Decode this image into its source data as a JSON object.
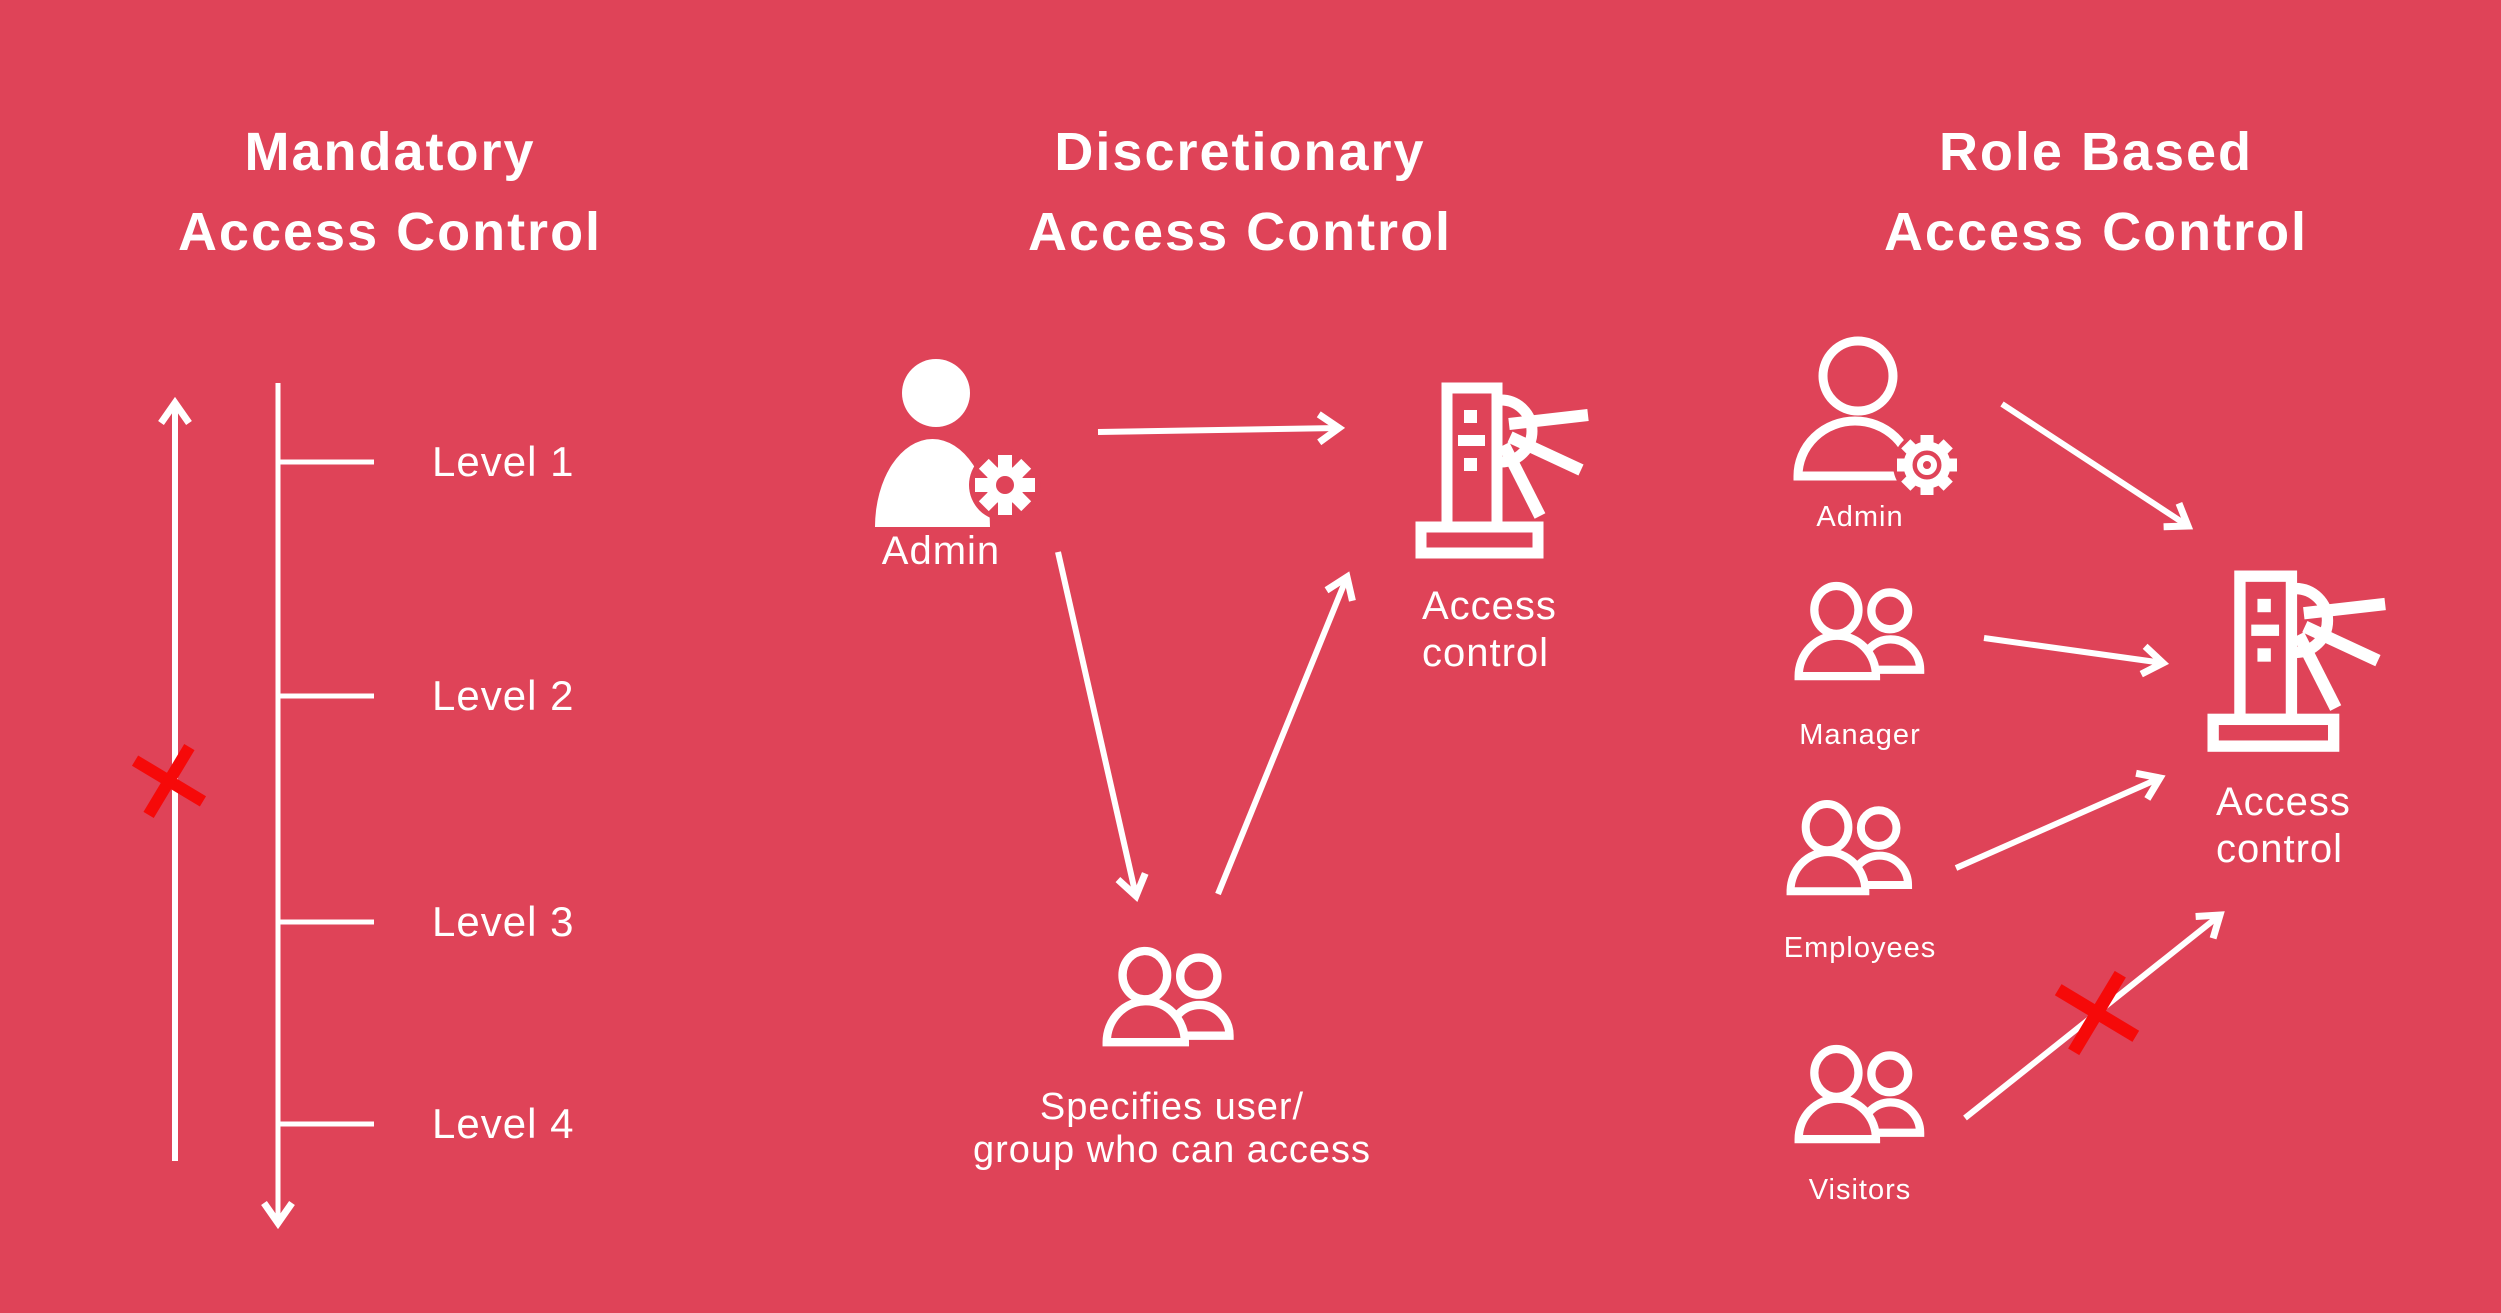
{
  "theme": {
    "bg": "#DF4358",
    "fg": "#FFFFFF",
    "cross": "#F60909"
  },
  "columns": {
    "mac": {
      "title_line1": "Mandatory",
      "title_line2": "Access Control",
      "levels": [
        "Level 1",
        "Level 2",
        "Level 3",
        "Level 4"
      ]
    },
    "dac": {
      "title_line1": "Discretionary",
      "title_line2": "Access Control",
      "admin_label": "Admin",
      "access_label_line1": "Access",
      "access_label_line2": "control",
      "caption_line1": "Specifies user/",
      "caption_line2": "group who can access"
    },
    "rbac": {
      "title_line1": "Role Based",
      "title_line2": "Access Control",
      "roles": [
        "Admin",
        "Manager",
        "Employees",
        "Visitors"
      ],
      "access_label_line1": "Access",
      "access_label_line2": "control"
    }
  },
  "icons": {
    "admin_filled": "person-with-gear-icon",
    "admin_outline": "person-with-gear-icon",
    "user_group": "two-users-icon",
    "access_control": "turnstile-icon",
    "denied": "red-cross-mark-icon"
  }
}
